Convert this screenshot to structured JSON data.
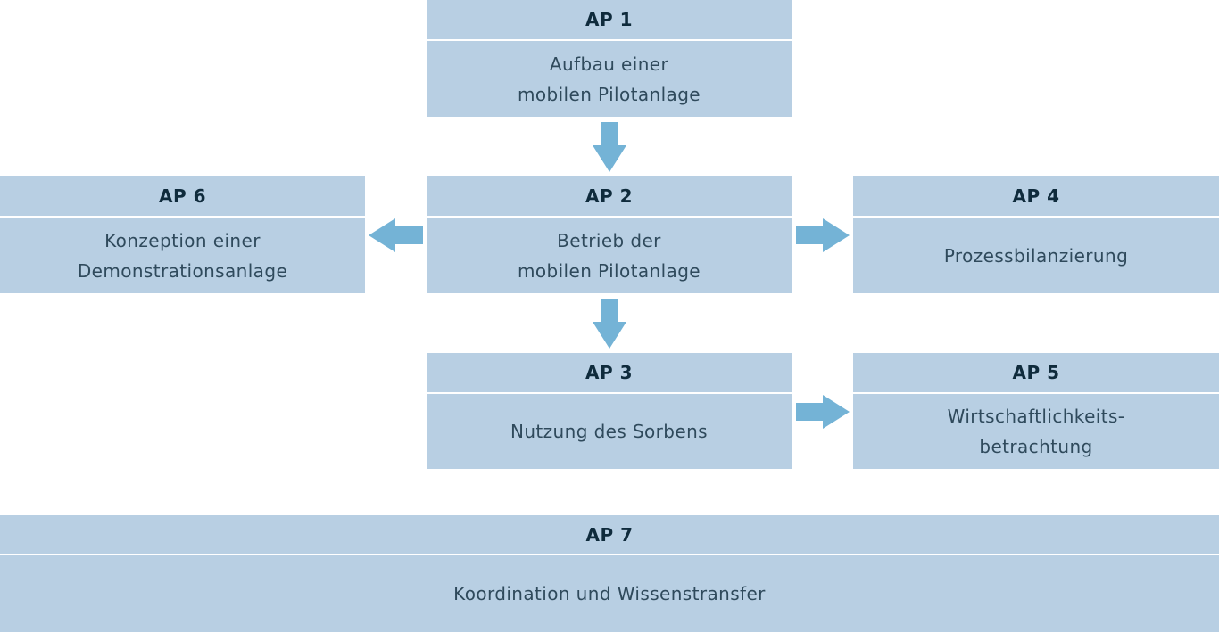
{
  "colors": {
    "box_fill": "#b8cfe3",
    "arrow": "#74b3d6",
    "header_text": "#0f2b3c",
    "body_text": "#2f4a5c"
  },
  "boxes": {
    "ap1": {
      "label": "AP 1",
      "lines": [
        "Aufbau einer",
        "mobilen Pilotanlage"
      ]
    },
    "ap2": {
      "label": "AP 2",
      "lines": [
        "Betrieb der",
        "mobilen Pilotanlage"
      ]
    },
    "ap3": {
      "label": "AP 3",
      "lines": [
        "Nutzung des Sorbens"
      ]
    },
    "ap4": {
      "label": "AP 4",
      "lines": [
        "Prozessbilanzierung"
      ]
    },
    "ap5": {
      "label": "AP 5",
      "lines": [
        "Wirtschaftlichkeits-",
        "betrachtung"
      ]
    },
    "ap6": {
      "label": "AP 6",
      "lines": [
        "Konzeption einer",
        "Demonstrationsanlage"
      ]
    },
    "ap7": {
      "label": "AP 7",
      "lines": [
        "Koordination und Wissenstransfer"
      ]
    }
  },
  "arrows": [
    {
      "from": "AP 1",
      "to": "AP 2",
      "direction": "down"
    },
    {
      "from": "AP 2",
      "to": "AP 3",
      "direction": "down"
    },
    {
      "from": "AP 2",
      "to": "AP 4",
      "direction": "right"
    },
    {
      "from": "AP 2",
      "to": "AP 6",
      "direction": "left"
    },
    {
      "from": "AP 3",
      "to": "AP 5",
      "direction": "right"
    }
  ]
}
